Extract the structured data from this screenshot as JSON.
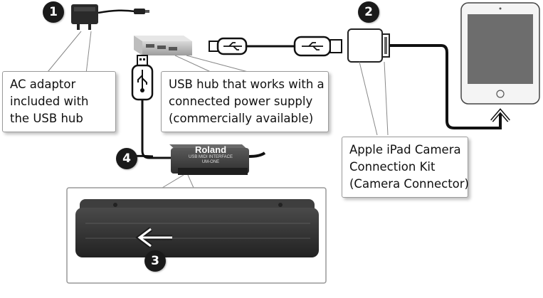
{
  "callouts": {
    "ac_adaptor": [
      "AC adaptor",
      "included with",
      "the USB hub"
    ],
    "usb_hub": [
      "USB hub that works with a",
      "connected power supply",
      "(commercially available)"
    ],
    "camera_kit": [
      "Apple iPad Camera",
      "Connection Kit",
      "(Camera Connector)"
    ]
  },
  "steps": [
    "1",
    "2",
    "3",
    "4"
  ],
  "device": {
    "brand": "Roland",
    "model_line1": "USB MIDI INTERFACE",
    "model_line2": "UM-ONE"
  },
  "icons": [
    "usb-symbol-icon",
    "arrow-left-icon",
    "arrow-right-icon"
  ]
}
